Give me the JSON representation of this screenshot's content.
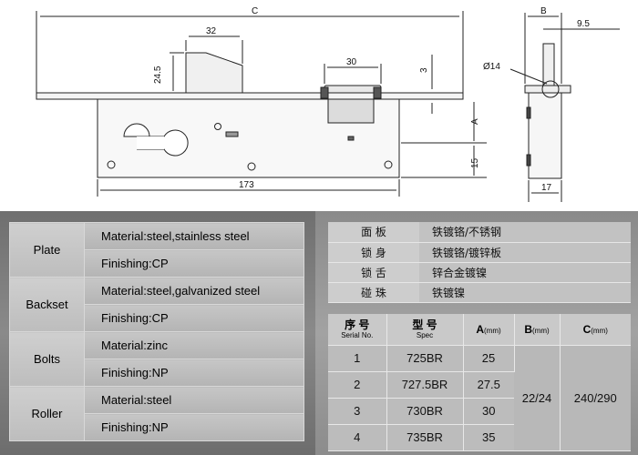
{
  "drawing": {
    "dimensions": {
      "overall_length": "C",
      "bolt_length": "32",
      "bolt_height": "24.5",
      "roller_width": "30",
      "faceplate_thickness": "3",
      "body_length": "173",
      "backset": "A",
      "edge_offset": "15",
      "side_width": "B",
      "side_offset": "9.5",
      "diameter": "Ø14",
      "side_depth": "17"
    }
  },
  "spec_table": {
    "groups": [
      {
        "name": "Plate",
        "rows": [
          "Material:steel,stainless steel",
          "Finishing:CP"
        ]
      },
      {
        "name": "Backset",
        "rows": [
          "Material:steel,galvanized steel",
          "Finishing:CP"
        ]
      },
      {
        "name": "Bolts",
        "rows": [
          "Material:zinc",
          "Finishing:NP"
        ]
      },
      {
        "name": "Roller",
        "rows": [
          "Material:steel",
          "Finishing:NP"
        ]
      }
    ]
  },
  "zh_table": {
    "rows": [
      {
        "part": "面 板",
        "material": "铁镀铬/不锈钢"
      },
      {
        "part": "锁 身",
        "material": "铁镀铬/镀锌板"
      },
      {
        "part": "锁 舌",
        "material": "锌合金镀镍"
      },
      {
        "part": "碰 珠",
        "material": "铁镀镍"
      }
    ]
  },
  "dim_table": {
    "headers": {
      "serial": "序 号",
      "serial_sub": "Serial No.",
      "spec": "型 号",
      "spec_sub": "Spec",
      "a": "A",
      "a_unit": "(mm)",
      "b": "B",
      "b_unit": "(mm)",
      "c": "C",
      "c_unit": "(mm)"
    },
    "rows": [
      {
        "serial": "1",
        "spec": "725BR",
        "a": "25"
      },
      {
        "serial": "2",
        "spec": "727.5BR",
        "a": "27.5"
      },
      {
        "serial": "3",
        "spec": "730BR",
        "a": "30"
      },
      {
        "serial": "4",
        "spec": "735BR",
        "a": "35"
      }
    ],
    "b_value": "22/24",
    "c_value": "240/290"
  }
}
